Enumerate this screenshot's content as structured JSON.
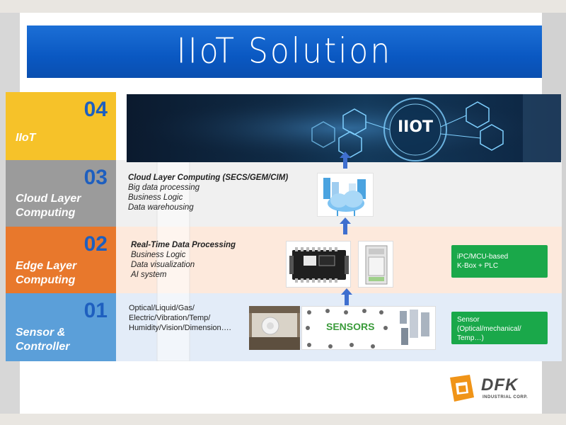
{
  "title": "IIoT Solution",
  "levels": [
    {
      "num": "04",
      "name": "IIoT"
    },
    {
      "num": "03",
      "name": "Cloud Layer Computing"
    },
    {
      "num": "02",
      "name": "Edge Layer Computing"
    },
    {
      "num": "01",
      "name": "Sensor & Controller"
    }
  ],
  "banner": {
    "label": "IIOT"
  },
  "cloud": {
    "heading": "Cloud Layer Computing (SECS/GEM/CIM)",
    "lines": [
      "Big data processing",
      "Business Logic",
      "Data warehousing"
    ]
  },
  "edge": {
    "heading": "Real-Time Data Processing",
    "lines": [
      "Business Logic",
      "Data visualization",
      "AI system"
    ],
    "box_lines": [
      "iPC/MCU-based",
      "K-Box + PLC"
    ]
  },
  "sensor": {
    "lines": [
      "Optical/Liquid/Gas/",
      "Electric/Vibration/Temp/",
      "Humidity/Vision/Dimension…."
    ],
    "image_label": "SENSORS",
    "box_lines": [
      "Sensor",
      "(Optical/mechanical/",
      "Temp…)"
    ]
  },
  "logo": {
    "name": "DFK",
    "sub": "INDUSTRIAL CORP."
  },
  "colors": {
    "title_bar": "#0a58c2",
    "iiot": "#f6c229",
    "cloud": "#9b9b9b",
    "edge": "#e8782c",
    "sensor": "#5b9fd9",
    "number": "#1e5fbf",
    "green_box": "#1aa84a",
    "arrow": "#3f6fcf"
  }
}
